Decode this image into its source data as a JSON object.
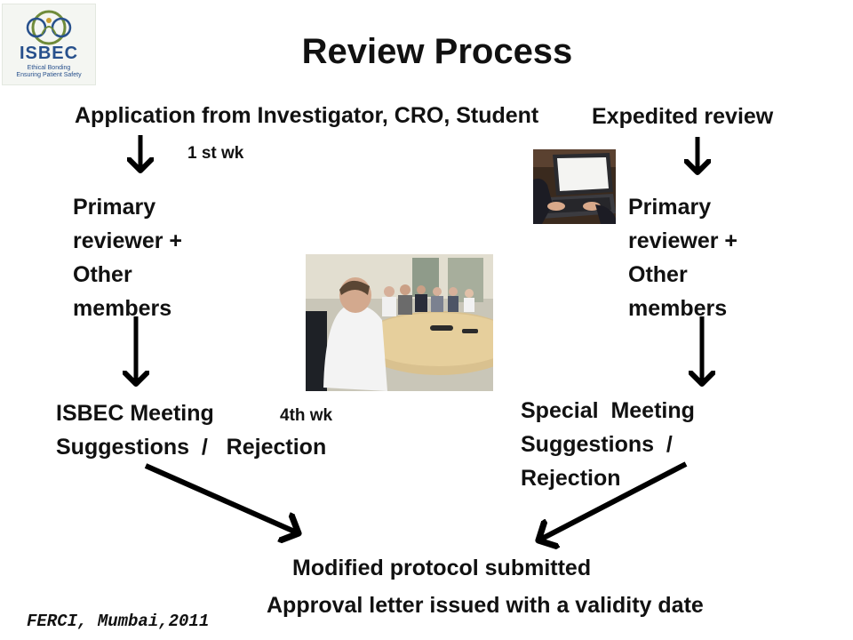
{
  "title": "Review Process",
  "logo": {
    "name": "ISBEC",
    "tagline_1": "Ethical Bonding",
    "tagline_2": "Ensuring Patient Safety"
  },
  "left_flow": {
    "application": "Application from Investigator, CRO, Student",
    "week_1": "1 st wk",
    "primary_lines": [
      "Primary",
      "reviewer +",
      "Other",
      "members"
    ],
    "meeting": "ISBEC  Meeting",
    "week_4": "4th wk",
    "outcome": "Suggestions  /   Rejection"
  },
  "right_flow": {
    "expedited": "Expedited review",
    "primary_lines": [
      "Primary",
      "reviewer +",
      "Other",
      "members"
    ],
    "meeting": "Special  Meeting",
    "outcome_1": "Suggestions  /",
    "outcome_2": "Rejection"
  },
  "final": {
    "modified": "Modified protocol submitted",
    "approval": "Approval letter issued with a validity date"
  },
  "credit": "FERCI, Mumbai,2011",
  "colors": {
    "text": "#111111",
    "arrow": "#000000",
    "logo_blue": "#27508c",
    "logo_green": "#6f8b3a"
  }
}
